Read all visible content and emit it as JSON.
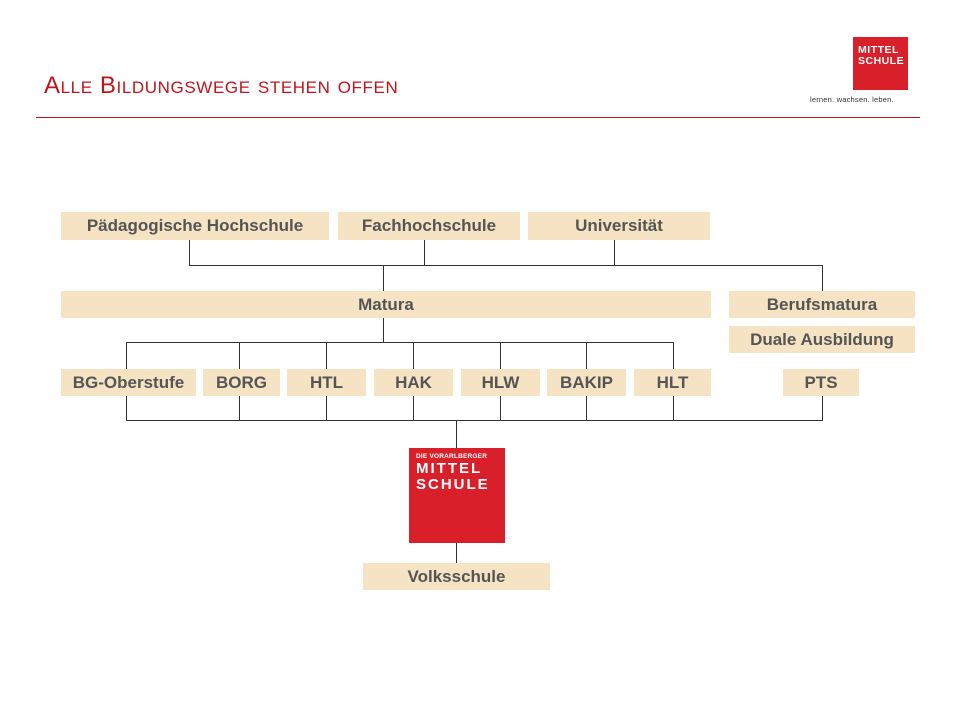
{
  "slide": {
    "title": "Alle Bildungswege stehen offen",
    "accent_color": "#c0141c"
  },
  "logo": {
    "line1": "MITTEL",
    "line2": "SCHULE",
    "tagline": "lernen. wachsen. leben.",
    "color": "#d9202a"
  },
  "diagram": {
    "box_color": "#f5e3c3",
    "tertiary": [
      "Pädagogische Hochschule",
      "Fachhochschule",
      "Universität"
    ],
    "matura": "Matura",
    "berufsmatura": "Berufsmatura",
    "duale_ausbildung": "Duale Ausbildung",
    "secondary": [
      "BG-Oberstufe",
      "BORG",
      "HTL",
      "HAK",
      "HLW",
      "BAKIP",
      "HLT"
    ],
    "pts": "PTS",
    "center_logo": {
      "small": "DIE VORARLBERGER",
      "line1": "MITTEL",
      "line2": "SCHULE"
    },
    "volksschule": "Volksschule"
  }
}
